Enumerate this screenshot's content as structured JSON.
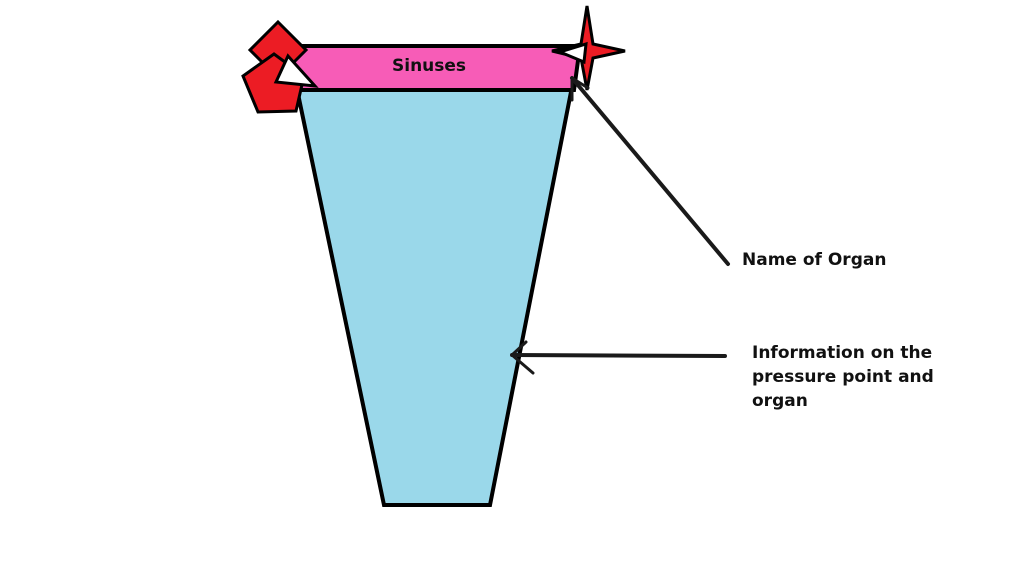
{
  "organ": {
    "name": "Sinuses"
  },
  "callouts": {
    "name_label": "Name of Organ",
    "info_lines": [
      "Information on the",
      "pressure point and",
      "organ"
    ]
  },
  "colors": {
    "header_band": "#f75cb7",
    "body": "#9ad8ea",
    "marker_red": "#ec1c24",
    "outline": "#000000",
    "arrow": "#1a1a1a"
  }
}
